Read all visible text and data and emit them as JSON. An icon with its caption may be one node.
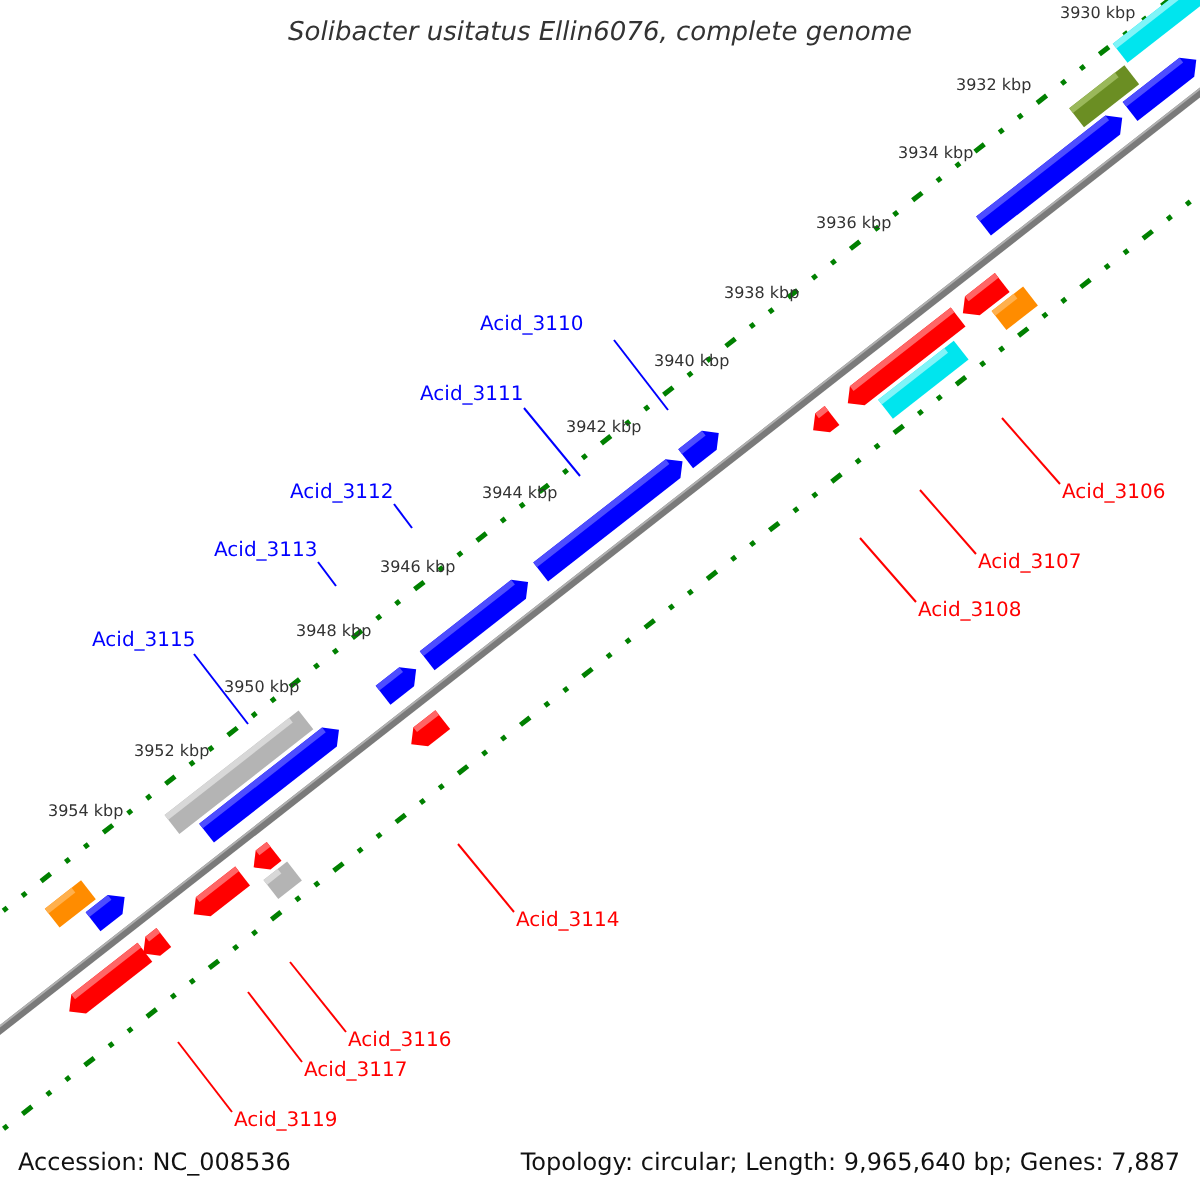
{
  "diagram": {
    "title": "Solibacter usitatus Ellin6076, complete genome",
    "nodes": [
      {
        "text": [
          "Acid_3110"
        ]
      },
      {
        "text": [
          "Acid_3111"
        ]
      },
      {
        "text": [
          "Acid_3112"
        ]
      },
      {
        "text": [
          "Acid_3113"
        ]
      },
      {
        "text": [
          "Acid_3115"
        ]
      },
      {
        "text": [
          "Acid_3106"
        ]
      },
      {
        "text": [
          "Acid_3107"
        ]
      },
      {
        "text": [
          "Acid_3108"
        ]
      },
      {
        "text": [
          "Acid_3114"
        ]
      },
      {
        "text": [
          "Acid_3116"
        ]
      },
      {
        "text": [
          "Acid_3117"
        ]
      },
      {
        "text": [
          "Acid_3119"
        ]
      }
    ],
    "edges": [
      {
        "from": 0,
        "to": null,
        "arrow": "none",
        "color": "#0000ff"
      },
      {
        "from": 1,
        "to": null,
        "arrow": "none",
        "color": "#0000ff"
      },
      {
        "from": 2,
        "to": null,
        "arrow": "none",
        "color": "#0000ff"
      },
      {
        "from": 3,
        "to": null,
        "arrow": "none",
        "color": "#0000ff"
      },
      {
        "from": 4,
        "to": null,
        "arrow": "none",
        "color": "#0000ff"
      },
      {
        "from": 5,
        "to": null,
        "arrow": "none"
      },
      {
        "from": 6,
        "to": null,
        "arrow": "none"
      },
      {
        "from": 7,
        "to": null,
        "arrow": "none"
      },
      {
        "from": 8,
        "to": null,
        "arrow": "none"
      },
      {
        "from": 9,
        "to": null,
        "arrow": "none"
      },
      {
        "from": 10,
        "to": null,
        "arrow": "none"
      },
      {
        "from": 11,
        "to": null,
        "arrow": "none"
      }
    ],
    "labels": [
      "3930 kbp",
      "3932 kbp",
      "3934 kbp",
      "3936 kbp",
      "3938 kbp",
      "3940 kbp",
      "3942 kbp",
      "3944 kbp",
      "3946 kbp",
      "3948 kbp",
      "3950 kbp",
      "3952 kbp",
      "3954 kbp",
      "Accession: NC_008536",
      "Topology: circular; Length: 9,965,640 bp; Genes: 7,887"
    ]
  }
}
